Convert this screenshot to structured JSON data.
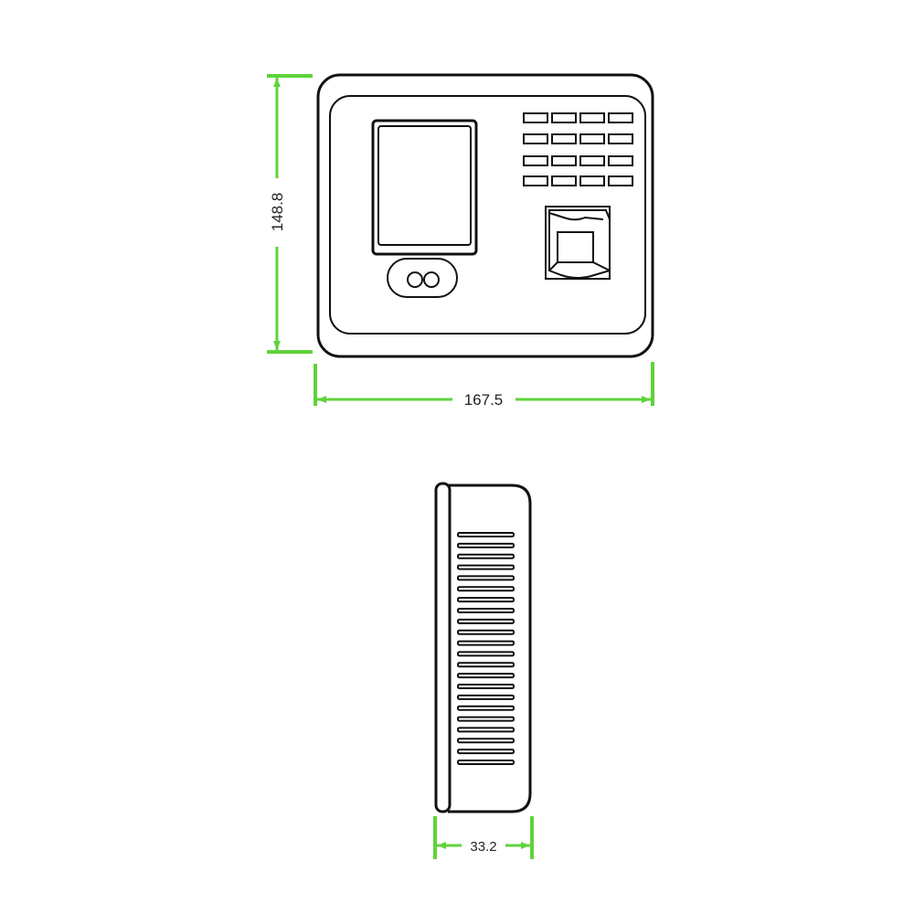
{
  "dimensions": {
    "front_height": "148.8",
    "front_width": "167.5",
    "side_depth": "33.2"
  },
  "colors": {
    "dimension_line": "#5fd33a",
    "outline": "#111111"
  },
  "device": {
    "keypad_rows": 4,
    "keypad_cols": 4,
    "side_vents": 22
  }
}
